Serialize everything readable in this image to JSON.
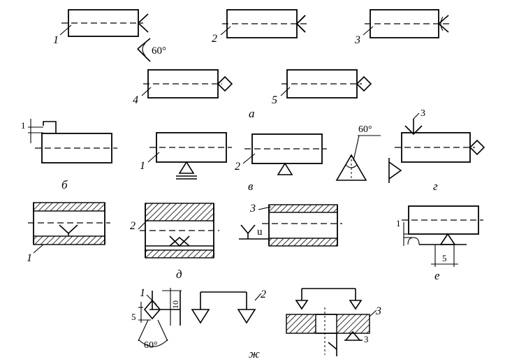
{
  "group_labels": {
    "a": "а",
    "b": "б",
    "v": "в",
    "g": "г",
    "d": "д",
    "e": "е",
    "zh": "ж"
  },
  "part_numbers": {
    "a1": "1",
    "a2": "2",
    "a3": "3",
    "a4": "4",
    "a5": "5",
    "v1": "1",
    "v2": "2",
    "d_left": "1",
    "d_mid": "2",
    "d_right": "3",
    "zh1": "1",
    "zh2": "2",
    "zh3": "3"
  },
  "dimensions": {
    "angle_a": "60°",
    "b_gap": "1",
    "v_angle": "60°",
    "g_size": "3",
    "d_mark": "u",
    "e_gap": "1",
    "e_offset": "5",
    "zh_h5": "5",
    "zh_h10": "10",
    "zh_angle": "60°",
    "zh_leg": "3"
  }
}
